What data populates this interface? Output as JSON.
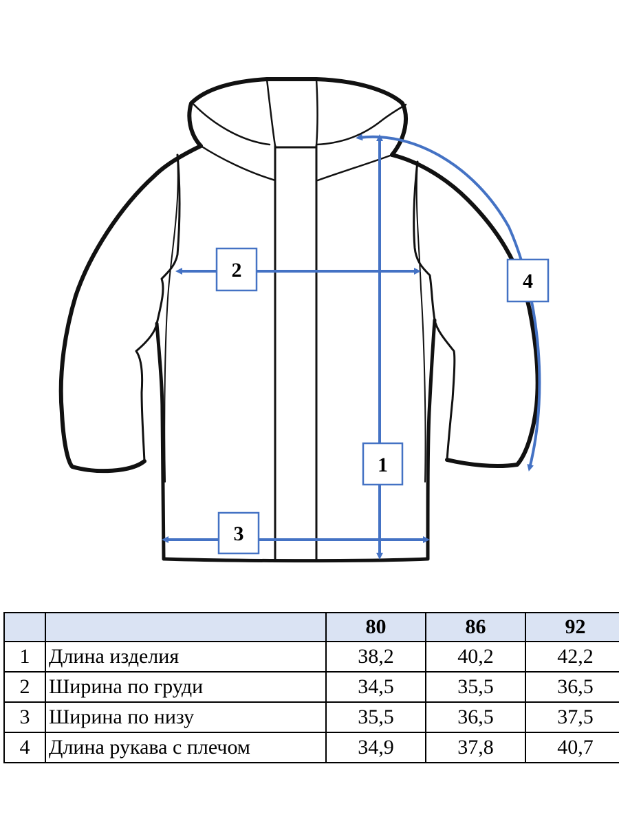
{
  "diagram": {
    "labels": [
      "1",
      "2",
      "3",
      "4"
    ],
    "arrow_color": "#4472c4"
  },
  "table": {
    "header_bg": "#dae3f3",
    "sizes": [
      "80",
      "86",
      "92"
    ],
    "rows": [
      {
        "num": "1",
        "name": "Длина изделия",
        "values": [
          "38,2",
          "40,2",
          "42,2"
        ]
      },
      {
        "num": "2",
        "name": "Ширина по груди",
        "values": [
          "34,5",
          "35,5",
          "36,5"
        ]
      },
      {
        "num": "3",
        "name": "Ширина по низу",
        "values": [
          "35,5",
          "36,5",
          "37,5"
        ]
      },
      {
        "num": "4",
        "name": "Длина рукава с плечом",
        "values": [
          "34,9",
          "37,8",
          "40,7"
        ]
      }
    ]
  }
}
